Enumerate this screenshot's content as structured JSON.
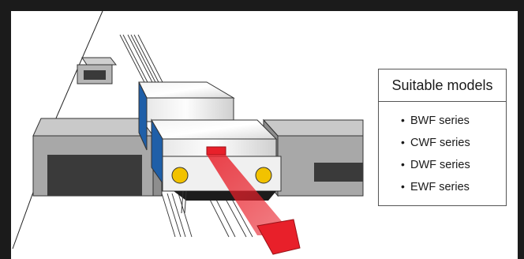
{
  "models_box": {
    "title": "Suitable models",
    "items": [
      {
        "label": "BWF series"
      },
      {
        "label": "CWF series"
      },
      {
        "label": "DWF series"
      },
      {
        "label": "EWF series"
      }
    ]
  },
  "colors": {
    "frame": "#1b1b1b",
    "background": "#ffffff",
    "carrier_top": "#ececec",
    "carrier_side": "#1f5fa8",
    "beam": "#e8202a",
    "station": "#a8a8a8",
    "wheel": "#f2c200"
  },
  "icons": {
    "bullet": "•"
  }
}
